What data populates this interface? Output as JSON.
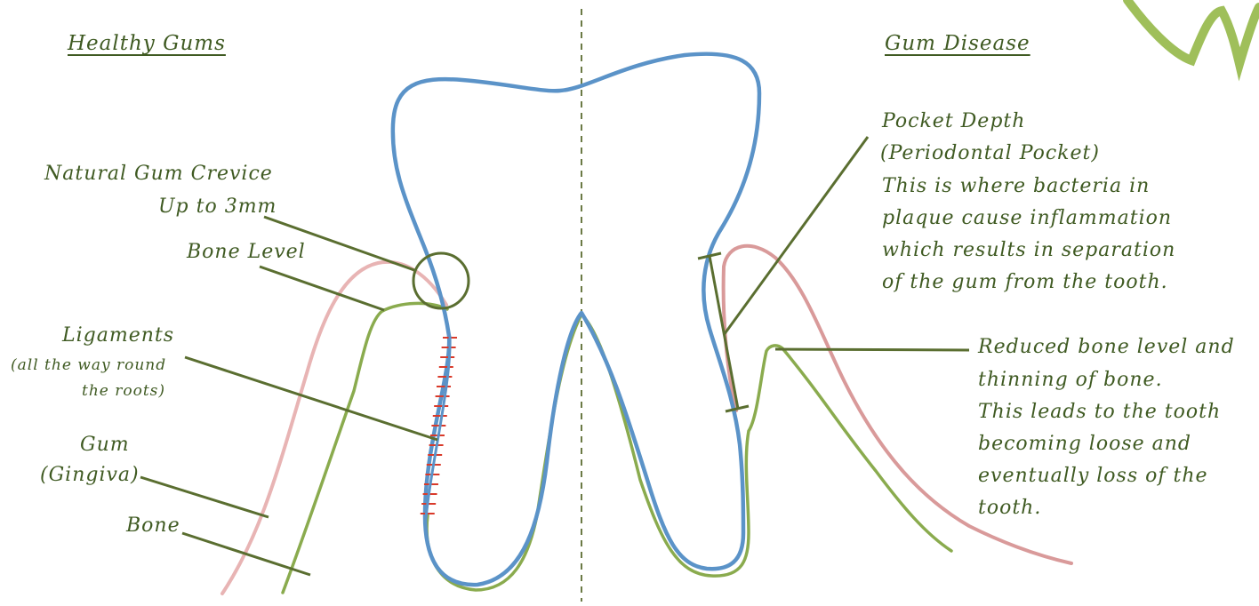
{
  "headings": {
    "left": "Healthy Gums",
    "right": "Gum Disease"
  },
  "left_labels": {
    "crevice_line1": "Natural Gum Crevice",
    "crevice_line2": "Up to 3mm",
    "bone_level": "Bone Level",
    "ligaments": "Ligaments",
    "ligaments_note_line1": "(all the way round",
    "ligaments_note_line2": "the roots)",
    "gum_line1": "Gum",
    "gum_line2": "(Gingiva)",
    "bone": "Bone"
  },
  "right_labels": {
    "pocket_line1": "Pocket Depth",
    "pocket_line2": "(Periodontal Pocket)",
    "pocket_line3": "This is where bacteria in",
    "pocket_line4": "plaque cause inflammation",
    "pocket_line5": "which results in separation",
    "pocket_line6": "of the gum from the tooth.",
    "reduced_line1": "Reduced bone level and",
    "reduced_line2": "thinning of bone.",
    "reduced_line3": "This leads to the tooth",
    "reduced_line4": "becoming loose and",
    "reduced_line5": "eventually loss of the",
    "reduced_line6": "tooth."
  },
  "colors": {
    "tooth": "#5b93c8",
    "bone": "#8aab4e",
    "gum": "#e8b4b4",
    "gum_disease": "#d99a9a",
    "leader": "#5a6e30",
    "ligament": "#d93a2a",
    "text": "#3f5a22"
  }
}
